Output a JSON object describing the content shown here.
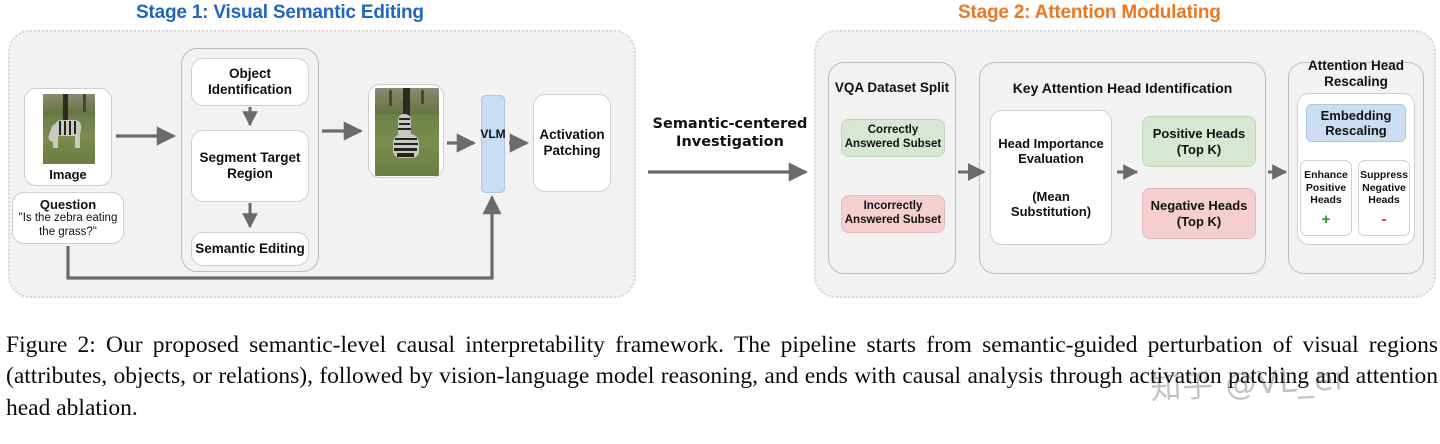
{
  "figure": {
    "stage1_title": "Stage 1: Visual Semantic Editing",
    "stage2_title": "Stage 2: Attention Modulating",
    "stage1_color": "#1F66C1",
    "stage2_color": "#EE7722",
    "mid_label_line1": "Semantic-centered",
    "mid_label_line2": "Investigation"
  },
  "stage1": {
    "image_label": "Image",
    "question_title": "Question",
    "question_text": "\"Is the zebra eating the grass?\"",
    "pipeline": {
      "step1": "Object Identification",
      "step1_l1": "Object",
      "step1_l2": "Identification",
      "step2_l1": "Segment Target",
      "step2_l2": "Region",
      "step3": "Semantic Editing"
    },
    "vlm_label": "VLM",
    "activation_patching_l1": "Activation",
    "activation_patching_l2": "Patching"
  },
  "stage2": {
    "dataset_split": {
      "title": "VQA Dataset Split",
      "correct_l1": "Correctly",
      "correct_l2": "Answered Subset",
      "incorrect_l1": "Incorrectly",
      "incorrect_l2": "Answered Subset",
      "correct_color": "#D6E8D2",
      "incorrect_color": "#F5CFCF"
    },
    "head_identification": {
      "title": "Key Attention Head Identification",
      "eval_l1": "Head Importance",
      "eval_l2": "Evaluation",
      "eval_l3": "(Mean Substitution)",
      "positive_l1": "Positive Heads",
      "positive_l2": "(Top K)",
      "negative_l1": "Negative Heads",
      "negative_l2": "(Top K)"
    },
    "rescaling": {
      "title_l1": "Attention Head",
      "title_l2": "Rescaling",
      "embedding_l1": "Embedding",
      "embedding_l2": "Rescaling",
      "embedding_color": "#CBDDF0",
      "enhance_l1": "Enhance",
      "enhance_l2": "Positive",
      "enhance_l3": "Heads",
      "enhance_sign": "+",
      "enhance_sign_color": "#1A9E2C",
      "suppress_l1": "Suppress",
      "suppress_l2": "Negative",
      "suppress_l3": "Heads",
      "suppress_sign": "-",
      "suppress_sign_color": "#C0392B"
    }
  },
  "caption": {
    "text": "Figure 2: Our proposed semantic-level causal interpretability framework. The pipeline starts from semantic-guided perturbation of visual regions (attributes, objects, or relations), followed by vision-language model reasoning, and ends with causal analysis through activation patching and attention head ablation."
  },
  "watermark": {
    "text": "知乎 @VL_er"
  }
}
